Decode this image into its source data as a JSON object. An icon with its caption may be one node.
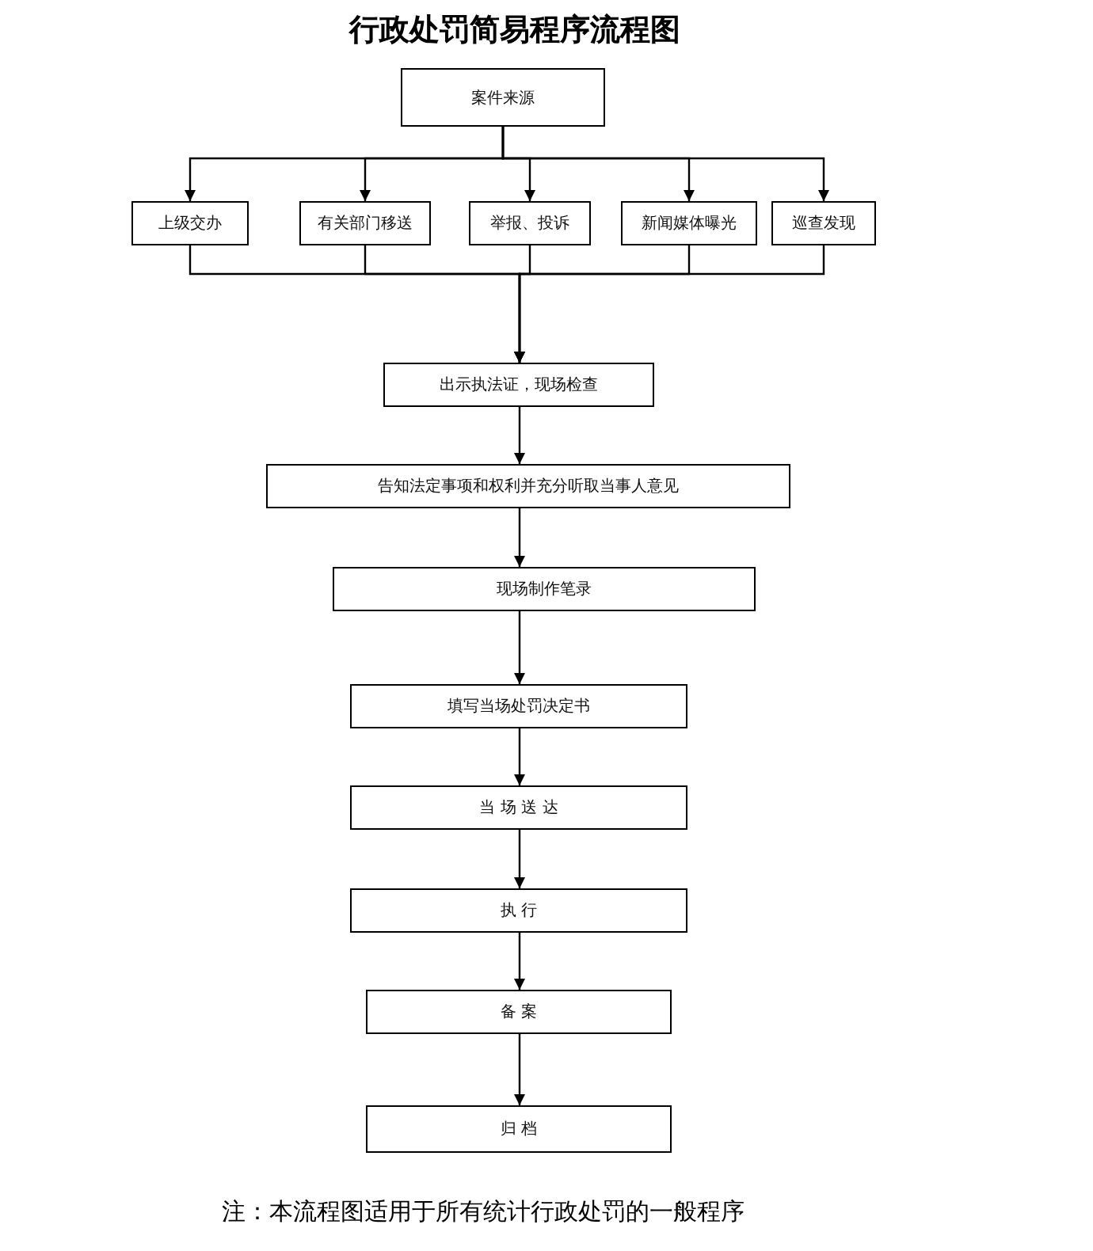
{
  "diagram": {
    "title": "行政处罚简易程序流程图",
    "nodes": [
      {
        "text": [
          "案件来源"
        ]
      },
      {
        "text": [
          "上级交办"
        ]
      },
      {
        "text": [
          "有关部门移送"
        ]
      },
      {
        "text": [
          "举报、投诉"
        ]
      },
      {
        "text": [
          "新闻媒体曝光"
        ]
      },
      {
        "text": [
          "巡查发现"
        ]
      },
      {
        "text": [
          "出示执法证，现场检查"
        ]
      },
      {
        "text": [
          "告知法定事项和权利并充分听取当事人意见"
        ]
      },
      {
        "text": [
          "现场制作笔录"
        ]
      },
      {
        "text": [
          "填写当场处罚决定书"
        ]
      },
      {
        "text": [
          "当 场 送 达"
        ]
      },
      {
        "text": [
          "执 行"
        ]
      },
      {
        "text": [
          "备 案"
        ]
      },
      {
        "text": [
          "归 档"
        ]
      }
    ],
    "edges": [
      {
        "from": 0,
        "to": 1,
        "arrow": "to"
      },
      {
        "from": 0,
        "to": 2,
        "arrow": "to"
      },
      {
        "from": 0,
        "to": 3,
        "arrow": "to"
      },
      {
        "from": 0,
        "to": 4,
        "arrow": "to"
      },
      {
        "from": 0,
        "to": 5,
        "arrow": "to"
      },
      {
        "from": 1,
        "to": 6,
        "arrow": "to"
      },
      {
        "from": 2,
        "to": 6,
        "arrow": "to"
      },
      {
        "from": 3,
        "to": 6,
        "arrow": "to"
      },
      {
        "from": 4,
        "to": 6,
        "arrow": "to"
      },
      {
        "from": 5,
        "to": 6,
        "arrow": "to"
      },
      {
        "from": 6,
        "to": 7,
        "arrow": "to"
      },
      {
        "from": 7,
        "to": 8,
        "arrow": "to"
      },
      {
        "from": 8,
        "to": 9,
        "arrow": "to"
      },
      {
        "from": 9,
        "to": 10,
        "arrow": "to"
      },
      {
        "from": 10,
        "to": 11,
        "arrow": "to"
      },
      {
        "from": 11,
        "to": 12,
        "arrow": "to"
      },
      {
        "from": 12,
        "to": 13,
        "arrow": "to"
      }
    ],
    "labels": [
      "注：本流程图适用于所有统计行政处罚的一般程序"
    ]
  }
}
